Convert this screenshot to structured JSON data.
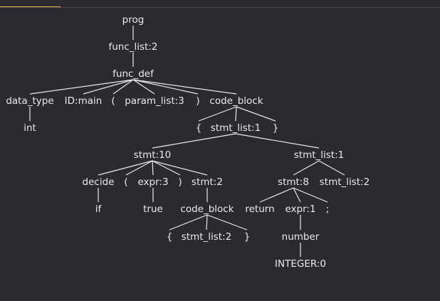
{
  "nodes": [
    {
      "id": "prog",
      "label": "prog"
    },
    {
      "id": "func_list",
      "label": "func_list:2"
    },
    {
      "id": "func_def",
      "label": "func_def"
    },
    {
      "id": "data_type",
      "label": "data_type"
    },
    {
      "id": "id_main",
      "label": "ID:main"
    },
    {
      "id": "lparen1",
      "label": "("
    },
    {
      "id": "param_list",
      "label": "param_list:3"
    },
    {
      "id": "rparen1",
      "label": ")"
    },
    {
      "id": "code_block1",
      "label": "code_block"
    },
    {
      "id": "int",
      "label": "int"
    },
    {
      "id": "lbrace1",
      "label": "{"
    },
    {
      "id": "stmt_list1",
      "label": "stmt_list:1"
    },
    {
      "id": "rbrace1",
      "label": "}"
    },
    {
      "id": "stmt10",
      "label": "stmt:10"
    },
    {
      "id": "stmt_list1b",
      "label": "stmt_list:1"
    },
    {
      "id": "decide",
      "label": "decide"
    },
    {
      "id": "lparen2",
      "label": "("
    },
    {
      "id": "expr3",
      "label": "expr:3"
    },
    {
      "id": "rparen2",
      "label": ")"
    },
    {
      "id": "stmt2",
      "label": "stmt:2"
    },
    {
      "id": "stmt8",
      "label": "stmt:8"
    },
    {
      "id": "stmt_list2a",
      "label": "stmt_list:2"
    },
    {
      "id": "if",
      "label": "if"
    },
    {
      "id": "true",
      "label": "true"
    },
    {
      "id": "code_block2",
      "label": "code_block"
    },
    {
      "id": "return",
      "label": "return"
    },
    {
      "id": "expr1",
      "label": "expr:1"
    },
    {
      "id": "semi",
      "label": ";"
    },
    {
      "id": "lbrace2",
      "label": "{"
    },
    {
      "id": "stmt_list2b",
      "label": "stmt_list:2"
    },
    {
      "id": "rbrace2",
      "label": "}"
    },
    {
      "id": "number",
      "label": "number"
    },
    {
      "id": "integer0",
      "label": "INTEGER:0"
    }
  ],
  "edges": [
    [
      "prog",
      "func_list"
    ],
    [
      "func_list",
      "func_def"
    ],
    [
      "func_def",
      "data_type"
    ],
    [
      "func_def",
      "id_main"
    ],
    [
      "func_def",
      "lparen1"
    ],
    [
      "func_def",
      "param_list"
    ],
    [
      "func_def",
      "rparen1"
    ],
    [
      "func_def",
      "code_block1"
    ],
    [
      "data_type",
      "int"
    ],
    [
      "code_block1",
      "lbrace1"
    ],
    [
      "code_block1",
      "stmt_list1"
    ],
    [
      "code_block1",
      "rbrace1"
    ],
    [
      "stmt_list1",
      "stmt10"
    ],
    [
      "stmt_list1",
      "stmt_list1b"
    ],
    [
      "stmt10",
      "decide"
    ],
    [
      "stmt10",
      "lparen2"
    ],
    [
      "stmt10",
      "expr3"
    ],
    [
      "stmt10",
      "rparen2"
    ],
    [
      "stmt10",
      "stmt2"
    ],
    [
      "stmt_list1b",
      "stmt8"
    ],
    [
      "stmt_list1b",
      "stmt_list2a"
    ],
    [
      "decide",
      "if"
    ],
    [
      "expr3",
      "true"
    ],
    [
      "stmt2",
      "code_block2"
    ],
    [
      "stmt8",
      "return"
    ],
    [
      "stmt8",
      "expr1"
    ],
    [
      "stmt8",
      "semi"
    ],
    [
      "code_block2",
      "lbrace2"
    ],
    [
      "code_block2",
      "stmt_list2b"
    ],
    [
      "code_block2",
      "rbrace2"
    ],
    [
      "expr1",
      "number"
    ],
    [
      "number",
      "integer0"
    ]
  ]
}
